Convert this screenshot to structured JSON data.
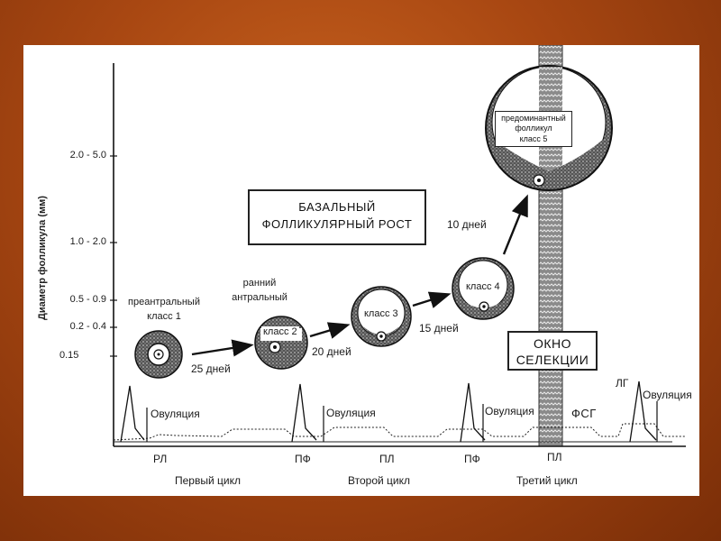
{
  "y_axis": {
    "label": "Диаметр фолликула (мм)",
    "ticks": [
      "2.0 - 5.0",
      "1.0 - 2.0",
      "0.5 - 0.9",
      "0.2 - 0.4",
      "0.15"
    ]
  },
  "basal_box": [
    "БАЗАЛЬНЫЙ",
    "ФОЛЛИКУЛЯРНЫЙ РОСТ"
  ],
  "window_box": [
    "ОКНО",
    "СЕЛЕКЦИИ"
  ],
  "stages": {
    "preantral": [
      "преантральный",
      "класс 1"
    ],
    "early_antral": [
      "ранний",
      "антральный"
    ],
    "class2": "класс 2",
    "class3": "класс 3",
    "class4": "класс 4",
    "predominant": [
      "предоминантный",
      "фолликул",
      "класс 5"
    ]
  },
  "durations": [
    "25 дней",
    "20 дней",
    "15 дней",
    "10 дней"
  ],
  "events": {
    "ovulation": "Овуляция",
    "lh": "ЛГ",
    "fsh": "ФСГ"
  },
  "phase_labels": [
    "РЛ",
    "ПФ",
    "ПЛ",
    "ПФ",
    "ПЛ"
  ],
  "cycles": [
    "Первый цикл",
    "Второй цикл",
    "Третий цикл"
  ],
  "colors": {
    "background": "#a84712",
    "panel": "#ffffff",
    "ink": "#1a1a1a",
    "follicle": "#3a3a3a"
  }
}
